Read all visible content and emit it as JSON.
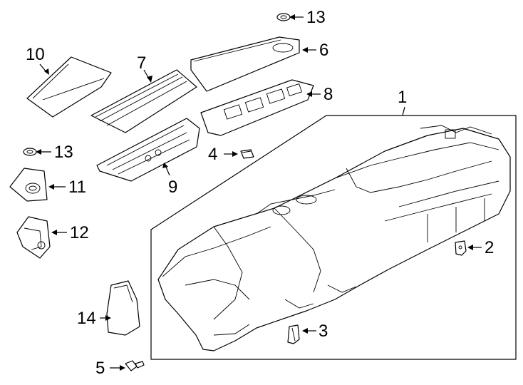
{
  "diagram": {
    "callouts": [
      {
        "id": "1",
        "label": "1"
      },
      {
        "id": "2",
        "label": "2"
      },
      {
        "id": "3",
        "label": "3"
      },
      {
        "id": "4",
        "label": "4"
      },
      {
        "id": "5",
        "label": "5"
      },
      {
        "id": "6",
        "label": "6"
      },
      {
        "id": "7",
        "label": "7"
      },
      {
        "id": "8",
        "label": "8"
      },
      {
        "id": "9",
        "label": "9"
      },
      {
        "id": "10",
        "label": "10"
      },
      {
        "id": "11",
        "label": "11"
      },
      {
        "id": "12",
        "label": "12"
      },
      {
        "id": "13a",
        "label": "13"
      },
      {
        "id": "13b",
        "label": "13"
      },
      {
        "id": "14",
        "label": "14"
      }
    ]
  }
}
